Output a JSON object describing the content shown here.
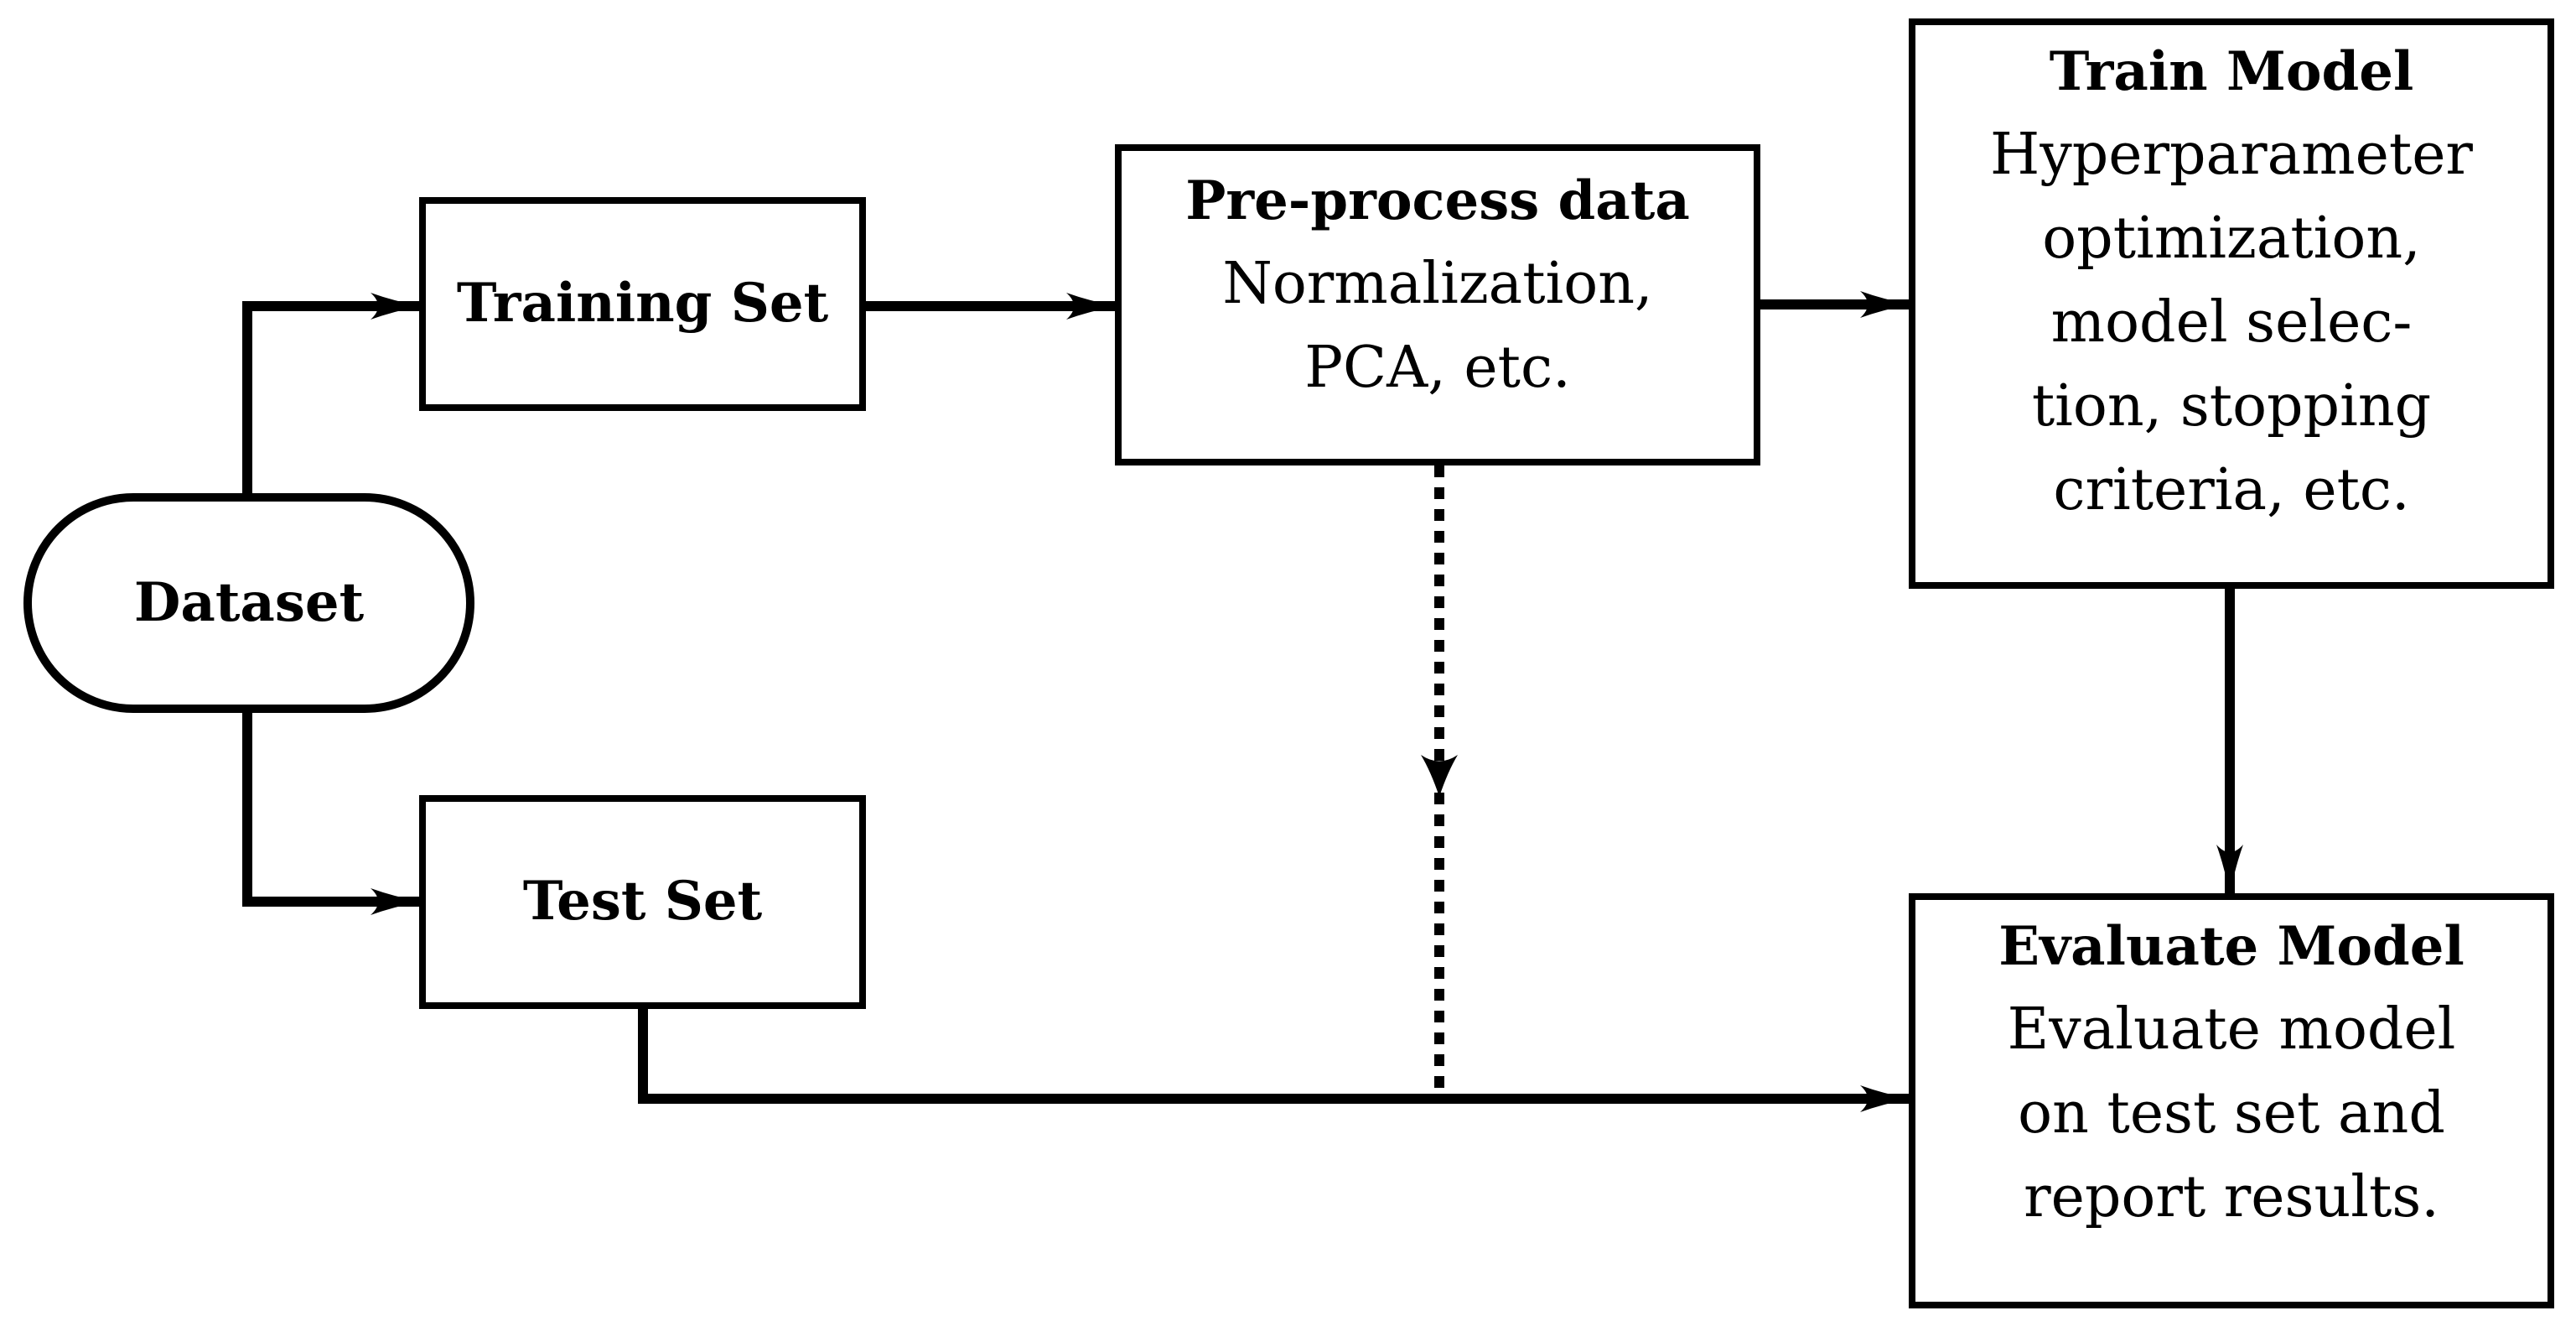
{
  "nodes": {
    "dataset": {
      "label": "Dataset"
    },
    "training_set": {
      "label": "Training Set"
    },
    "test_set": {
      "label": "Test Set"
    },
    "preprocess": {
      "title": "Pre-process data",
      "body": "Normalization,\nPCA, etc."
    },
    "train_model": {
      "title": "Train Model",
      "body": "Hyperparameter\noptimization,\nmodel selec-\ntion, stopping\ncriteria, etc."
    },
    "evaluate_model": {
      "title": "Evaluate Model",
      "body": "Evaluate model\non test set and\nreport results."
    }
  },
  "edges": [
    {
      "from": "dataset",
      "to": "training_set",
      "style": "solid"
    },
    {
      "from": "dataset",
      "to": "test_set",
      "style": "solid"
    },
    {
      "from": "training_set",
      "to": "preprocess",
      "style": "solid"
    },
    {
      "from": "preprocess",
      "to": "train_model",
      "style": "solid"
    },
    {
      "from": "train_model",
      "to": "evaluate_model",
      "style": "solid"
    },
    {
      "from": "test_set",
      "to": "evaluate_model",
      "style": "solid"
    },
    {
      "from": "preprocess",
      "to": "test_set-to-evaluate_model path",
      "style": "dotted"
    }
  ]
}
